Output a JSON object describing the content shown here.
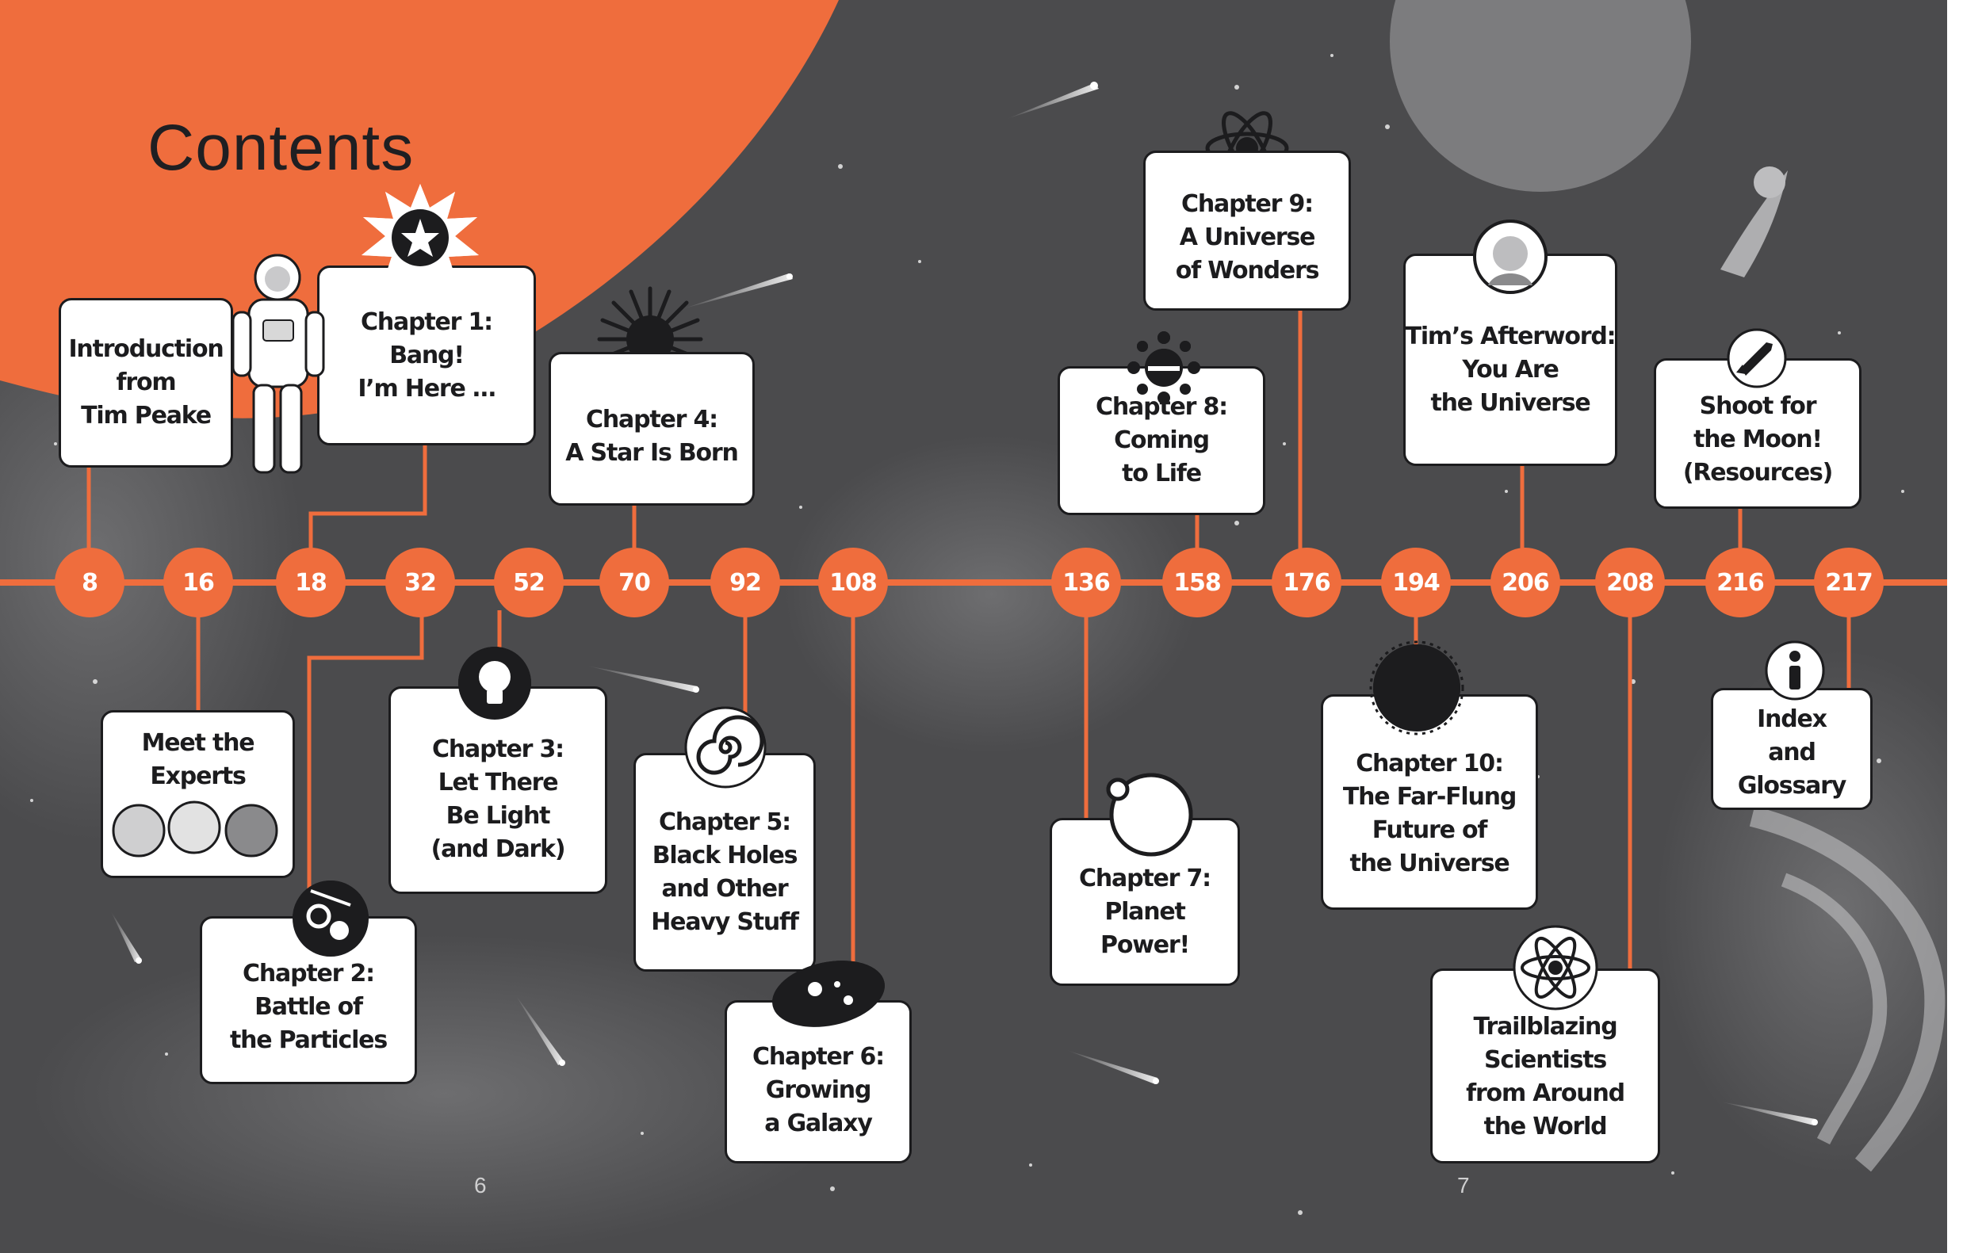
{
  "title": "Contents",
  "timeline": [
    "8",
    "16",
    "18",
    "32",
    "52",
    "70",
    "92",
    "108",
    "136",
    "158",
    "176",
    "194",
    "206",
    "208",
    "216",
    "217"
  ],
  "entries": {
    "intro": [
      "Introduction",
      "from",
      "Tim Peake"
    ],
    "experts": [
      "Meet the",
      "Experts"
    ],
    "ch1": [
      "Chapter 1:",
      "Bang!",
      "I’m Here …"
    ],
    "ch2": [
      "Chapter 2:",
      "Battle of",
      "the Particles"
    ],
    "ch3": [
      "Chapter 3:",
      "Let There",
      "Be Light",
      "(and Dark)"
    ],
    "ch4": [
      "Chapter 4:",
      "A Star Is Born"
    ],
    "ch5": [
      "Chapter 5:",
      "Black Holes",
      "and Other",
      "Heavy Stuff"
    ],
    "ch6": [
      "Chapter 6:",
      "Growing",
      "a Galaxy"
    ],
    "ch7": [
      "Chapter 7:",
      "Planet",
      "Power!"
    ],
    "ch8": [
      "Chapter 8:",
      "Coming",
      "to Life"
    ],
    "ch9": [
      "Chapter 9:",
      "A Universe",
      "of Wonders"
    ],
    "ch10": [
      "Chapter 10:",
      "The Far-Flung",
      "Future of",
      "the Universe"
    ],
    "afterword": [
      "Tim’s Afterword:",
      "You Are",
      "the Universe"
    ],
    "scientists": [
      "Trailblazing",
      "Scientists",
      "from Around",
      "the World"
    ],
    "resources": [
      "Shoot for",
      "the Moon!",
      "(Resources)"
    ],
    "index": [
      "Index",
      "and",
      "Glossary"
    ]
  },
  "icons": {
    "ch1": "explosion-icon",
    "ch2": "particles-icon",
    "ch3": "lightbulb-icon",
    "ch4": "star-burst-icon",
    "ch5": "spiral-icon",
    "ch6": "galaxy-icon",
    "ch7": "planet-orbit-icon",
    "ch8": "virus-icon",
    "ch9": "atom-icon",
    "ch10": "black-hole-icon",
    "scientists": "atom-icon",
    "resources": "rocket-icon",
    "index": "info-icon"
  },
  "page_numbers": {
    "left": "6",
    "right": "7"
  },
  "colors": {
    "accent": "#ef6d3d",
    "background": "#4b4b4d",
    "card": "#ffffff",
    "ink": "#1c1c1e"
  }
}
